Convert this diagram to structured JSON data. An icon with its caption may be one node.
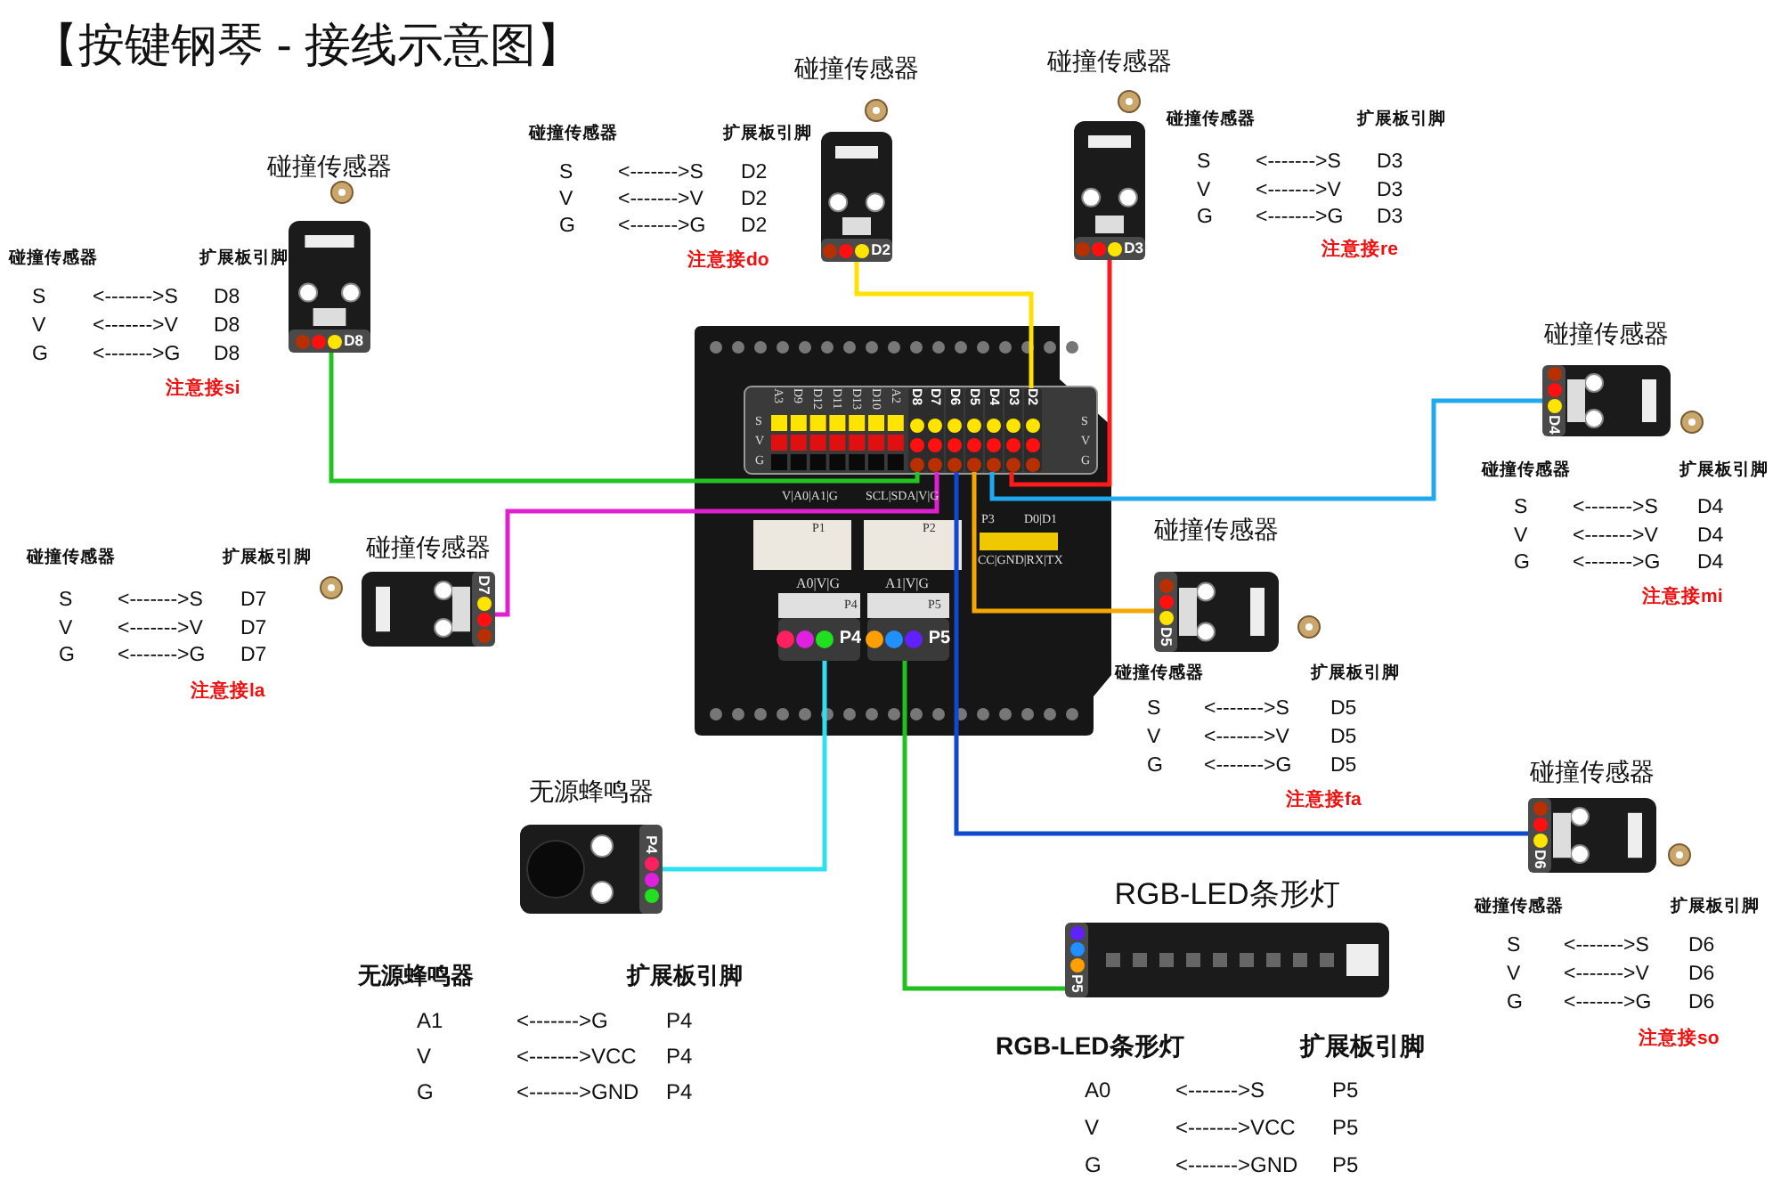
{
  "diagram": {
    "title": "【按键钢琴 - 接线示意图】",
    "nodes": [
      {
        "text": [
          "碰撞传感器",
          "D2"
        ],
        "beside": [
          "碰撞传感器",
          "扩展板引脚",
          "S",
          "<------->S",
          "D2",
          "V",
          "<------->V",
          "D2",
          "G",
          "<------->G",
          "D2",
          "注意接do"
        ]
      },
      {
        "text": [
          "碰撞传感器",
          "D3"
        ],
        "beside": [
          "碰撞传感器",
          "扩展板引脚",
          "S",
          "<------->S",
          "D3",
          "V",
          "<------->V",
          "D3",
          "G",
          "<------->G",
          "D3",
          "注意接re"
        ]
      },
      {
        "text": [
          "碰撞传感器",
          "D8"
        ],
        "beside": [
          "碰撞传感器",
          "扩展板引脚",
          "S",
          "<------->S",
          "D8",
          "V",
          "<------->V",
          "D8",
          "G",
          "<------->G",
          "D8",
          "注意接si"
        ]
      },
      {
        "text": [],
        "shape": "picture"
      },
      {
        "text": [
          "D8"
        ],
        "in": 3
      },
      {
        "text": [
          "D7"
        ],
        "in": 3
      },
      {
        "text": [
          "D6"
        ],
        "in": 3
      },
      {
        "text": [
          "D5"
        ],
        "in": 3
      },
      {
        "text": [
          "D4"
        ],
        "in": 3
      },
      {
        "text": [
          "D3"
        ],
        "in": 3
      },
      {
        "text": [
          "D2"
        ],
        "in": 3
      },
      {
        "text": [
          "P4"
        ],
        "in": 3,
        "beside": [
          "A0|V|G"
        ]
      },
      {
        "text": [
          "P5"
        ],
        "in": 3,
        "beside": [
          "A1|V|G"
        ]
      },
      {
        "text": [
          "碰撞传感器",
          "D4"
        ],
        "beside": [
          "碰撞传感器",
          "扩展板引脚",
          "S",
          "<------->S",
          "D4",
          "V",
          "<------->V",
          "D4",
          "G",
          "<------->G",
          "D4",
          "注意接mi"
        ]
      },
      {
        "text": [
          "碰撞传感器",
          "D7"
        ],
        "beside": [
          "碰撞传感器",
          "扩展板引脚",
          "S",
          "<------->S",
          "D7",
          "V",
          "<------->V",
          "D7",
          "G",
          "<------->G",
          "D7",
          "注意接la"
        ]
      },
      {
        "text": [
          "碰撞传感器",
          "D5"
        ],
        "beside": [
          "碰撞传感器",
          "扩展板引脚",
          "S",
          "<------->S",
          "D5",
          "V",
          "<------->V",
          "D5",
          "G",
          "<------->G",
          "D5",
          "注意接fa"
        ]
      },
      {
        "text": [
          "无源蜂鸣器",
          "P4"
        ],
        "beside": [
          "无源蜂鸣器",
          "扩展板引脚",
          "A1",
          "<------->G",
          "P4",
          "V",
          "<------->VCC",
          "P4",
          "G",
          "<------->GND",
          "P4"
        ]
      },
      {
        "text": [
          "碰撞传感器",
          "D6"
        ],
        "beside": [
          "碰撞传感器",
          "扩展板引脚",
          "S",
          "<------->S",
          "D6",
          "V",
          "<------->V",
          "D6",
          "G",
          "<------->G",
          "D6",
          "注意接so"
        ]
      },
      {
        "text": [
          "RGB-LED条形灯",
          "P5"
        ],
        "beside": [
          "RGB-LED条形灯",
          "扩展板引脚",
          "A0",
          "<------->S",
          "P5",
          "V",
          "<------->VCC",
          "P5",
          "G",
          "<------->GND",
          "P5"
        ]
      }
    ],
    "edges": [
      {
        "from": 0,
        "to": 10,
        "arrow": "none",
        "color": "#ffe000"
      },
      {
        "from": 1,
        "to": 9,
        "arrow": "none",
        "color": "#ff1a1a"
      },
      {
        "from": 2,
        "to": 4,
        "arrow": "none",
        "color": "#22c422"
      },
      {
        "from": 14,
        "to": 5,
        "arrow": "none",
        "color": "#e020d0"
      },
      {
        "from": 17,
        "to": 6,
        "arrow": "none",
        "color": "#1048d0"
      },
      {
        "from": 15,
        "to": 7,
        "arrow": "none",
        "color": "#f5a800"
      },
      {
        "from": 13,
        "to": 8,
        "arrow": "none",
        "color": "#20a8f0"
      },
      {
        "from": 16,
        "to": 11,
        "arrow": "none",
        "color": "#30e0f0"
      },
      {
        "from": 18,
        "to": 12,
        "arrow": "none",
        "color": "#20c020"
      }
    ],
    "labels": [
      "A3",
      "D9",
      "D12",
      "D11",
      "D13",
      "D10",
      "A2",
      "S",
      "V",
      "G",
      "S",
      "V",
      "G",
      "V|A0|A1|G",
      "P1",
      "SCL|SDA|V|G",
      "P2",
      "P3",
      "D0|D1",
      "CC|GND|RX|TX",
      "P4",
      "P5"
    ]
  }
}
